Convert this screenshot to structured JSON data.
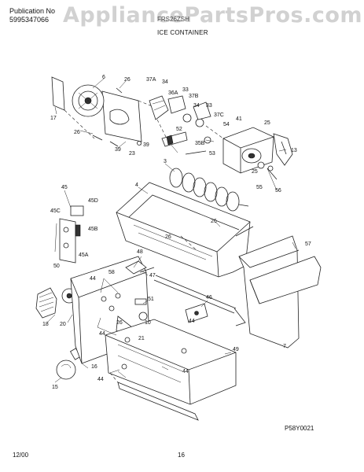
{
  "header": {
    "publication_label": "Publication No",
    "publication_number": "5995347066",
    "header_code": "FRS26ZSH",
    "section_title": "ICE CONTAINER",
    "watermark": "AppliancePartsPros.com"
  },
  "diagram": {
    "code": "P58Y0021",
    "callouts": {
      "c_6": "6",
      "c_26a": "26",
      "c_37a": "37A",
      "c_34a": "34",
      "c_36a": "36A",
      "c_33a": "33",
      "c_37b": "37B",
      "c_34b": "34",
      "c_33b": "33",
      "c_17": "17",
      "c_37c": "37C",
      "c_54": "54",
      "c_41": "41",
      "c_25a": "25",
      "c_52": "52",
      "c_26b": "26",
      "c_39a": "39",
      "c_39b": "39",
      "c_23": "23",
      "c_35b": "35B",
      "c_53": "53",
      "c_13": "13",
      "c_3": "3",
      "c_25b": "25",
      "c_4": "4",
      "c_55": "55",
      "c_56": "56",
      "c_45": "45",
      "c_45d": "45D",
      "c_45c": "45C",
      "c_45b": "45B",
      "c_26c": "26",
      "c_26d": "26",
      "c_50": "50",
      "c_45a": "45A",
      "c_57": "57",
      "c_48": "48",
      "c_58": "58",
      "c_47": "47",
      "c_44a": "44",
      "c_51": "51",
      "c_46": "46",
      "c_18": "18",
      "c_20": "20",
      "c_26e": "26",
      "c_10": "10",
      "c_44b": "44",
      "c_44c": "44",
      "c_21": "21",
      "c_7": "7",
      "c_49": "49",
      "c_16": "16",
      "c_44d": "44",
      "c_44e": "44",
      "c_15": "15"
    }
  },
  "footer": {
    "date": "12/00",
    "page": "16"
  }
}
